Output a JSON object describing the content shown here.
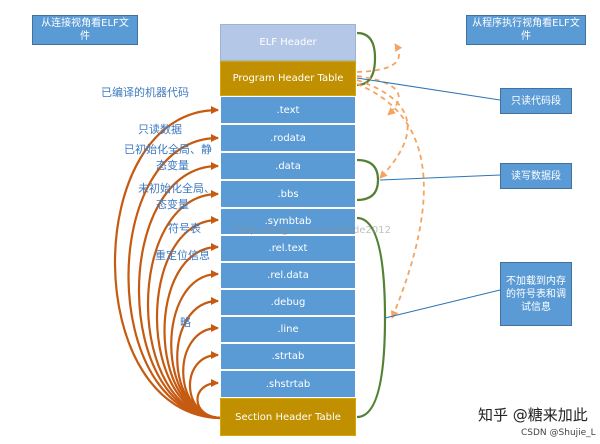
{
  "title_link_view": "从连接视角看ELF文件",
  "title_exec_view": "从程序执行视角看ELF文件",
  "sections": {
    "elf_header": "ELF Header",
    "program_header_table": "Program Header Table",
    "text": ".text",
    "rodata": ".rodata",
    "data": ".data",
    "bbs": ".bbs",
    "symbtab": ".symbtab",
    "rel_text": ".rel.text",
    "rel_data": ".rel.data",
    "debug": ".debug",
    "line": ".line",
    "strtab": ".strtab",
    "shstrtab": ".shstrtab",
    "section_header_table": "Section Header Table"
  },
  "left_annotations": {
    "compiled_code": "已编译的机器代码",
    "readonly_data": "只读数据",
    "init_global_1": "已初始化全局、静",
    "init_global_2": "态变量",
    "uninit_global_1": "未初始化全局、",
    "uninit_global_2": "态变量",
    "symbol_table": "符号表",
    "relocation": "重定位信息",
    "omitted": "略"
  },
  "right_labels": {
    "readonly_code": "只读代码段",
    "rw_data": "读写数据段",
    "not_loaded_1": "不加载到内存",
    "not_loaded_2": "的符号表和调",
    "not_loaded_3": "试信息"
  },
  "watermark": "http://blog.csdn.net/daide2012",
  "footer_zhihu": "知乎 @糖来加此",
  "footer_csdn": "CSDN @Shujie_L",
  "colors": {
    "section_blue": "#5b9bd5",
    "header_gold": "#c09000",
    "elf_header_light": "#b4c7e7",
    "arrow_brown": "#c55a11",
    "dashed_orange": "#f4a460",
    "bracket_green": "#548235",
    "pointer_blue": "#2e75b6"
  }
}
